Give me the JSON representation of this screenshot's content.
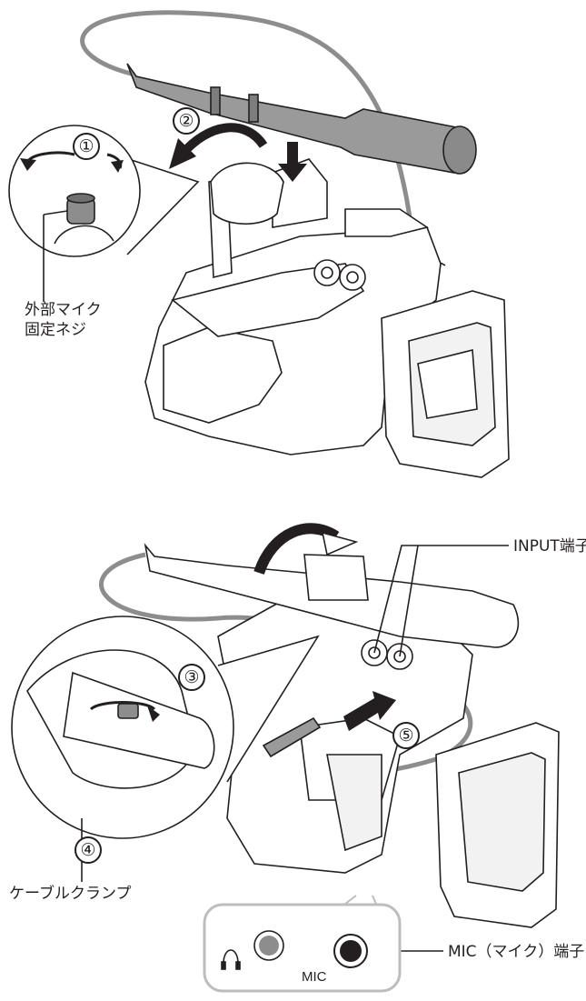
{
  "labels": {
    "mic_lock_screw_line1": "外部マイク",
    "mic_lock_screw_line2": "固定ネジ",
    "input_terminal": "INPUT端子",
    "cable_clamp": "ケーブルクランプ",
    "mic_terminal": "MIC（マイク）端子",
    "mic_panel_text": "MIC"
  },
  "steps": [
    "①",
    "②",
    "③",
    "④",
    "⑤"
  ],
  "colors": {
    "line": "#231f20",
    "gray_fill": "#8d8d8d",
    "light_fill": "#e6e6e6",
    "callout_fill": "#f2f2f2"
  }
}
